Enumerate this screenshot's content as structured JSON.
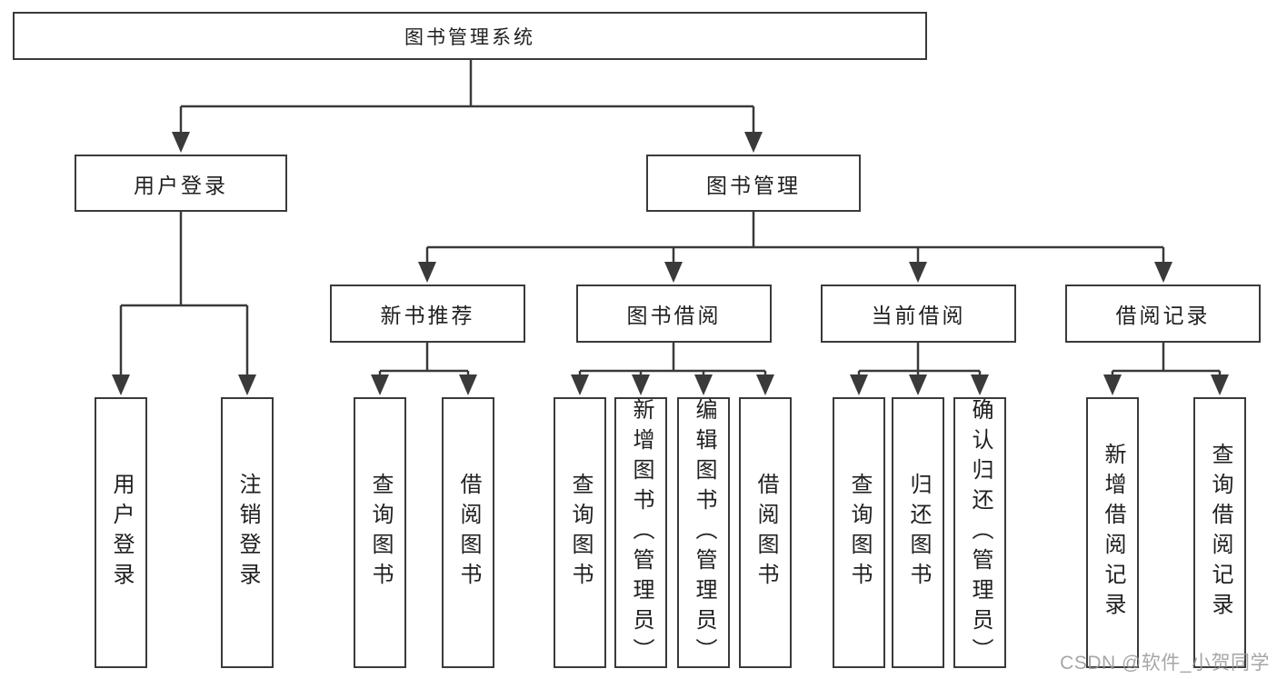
{
  "title": "图书管理系统",
  "watermark": "CSDN @软件_小贺同学",
  "colors": {
    "line": "#3a3a3a",
    "text": "#1f1f1f",
    "background": "#ffffff",
    "watermark": "#969696"
  },
  "tree": {
    "label": "图书管理系统",
    "children": [
      {
        "label": "用户登录",
        "children": [
          {
            "label": "用户登录"
          },
          {
            "label": "注销登录"
          }
        ]
      },
      {
        "label": "图书管理",
        "children": [
          {
            "label": "新书推荐",
            "children": [
              {
                "label": "查询图书"
              },
              {
                "label": "借阅图书"
              }
            ]
          },
          {
            "label": "图书借阅",
            "children": [
              {
                "label": "查询图书"
              },
              {
                "label": "新增图书（管理员）"
              },
              {
                "label": "编辑图书（管理员）"
              },
              {
                "label": "借阅图书"
              }
            ]
          },
          {
            "label": "当前借阅",
            "children": [
              {
                "label": "查询图书"
              },
              {
                "label": "归还图书"
              },
              {
                "label": "确认归还（管理员）"
              }
            ]
          },
          {
            "label": "借阅记录",
            "children": [
              {
                "label": "新增借阅记录"
              },
              {
                "label": "查询借阅记录"
              }
            ]
          }
        ]
      }
    ]
  }
}
